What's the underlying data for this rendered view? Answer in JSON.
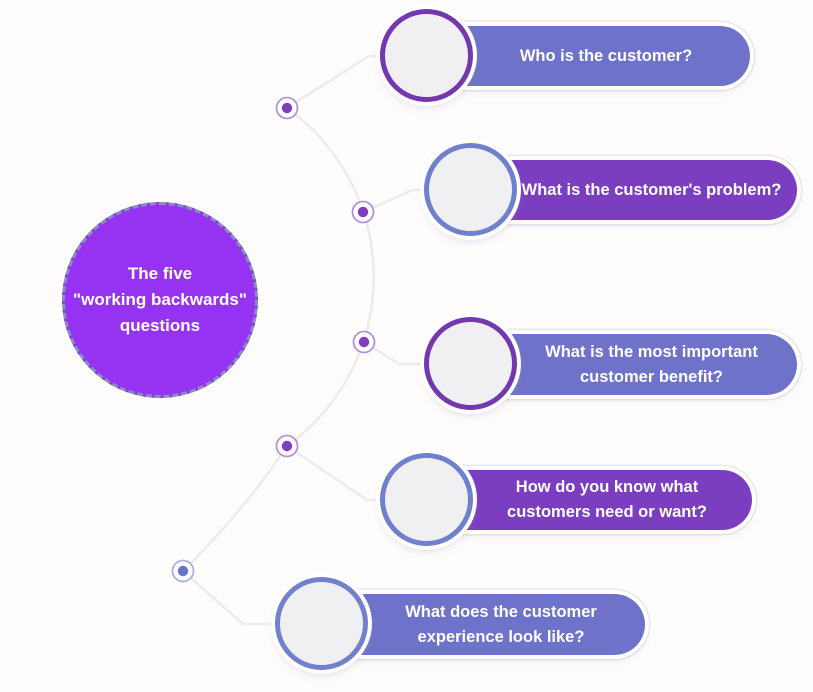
{
  "diagram_title": "The five \"working backwards\" questions",
  "center": {
    "lines": [
      "The five",
      "\"working backwards\"",
      "questions"
    ],
    "fill_color": "#9632f2",
    "dash_border_color": "#8292b4",
    "text_color": "#ffffff"
  },
  "connector_color": "#ececec",
  "icon_circle_fill": "#f0eff2",
  "palette": {
    "blue_pill": "#6e73c9",
    "purple_pill": "#7b3ec1",
    "purple_ring": "#7338ad",
    "blue_ring": "#7080cc"
  },
  "items": [
    {
      "lines": [
        "Who is the customer?"
      ],
      "pill_color": "#6e73c9",
      "circle_border": "#7338ad",
      "node_color": "#7e3ec1",
      "node_ring": "#b193de"
    },
    {
      "lines": [
        "What is the customer's problem?"
      ],
      "pill_color": "#7b3ec1",
      "circle_border": "#7080cc",
      "node_color": "#7e3ec1",
      "node_ring": "#b193de"
    },
    {
      "lines": [
        "What is the most important",
        "customer benefit?"
      ],
      "pill_color": "#6e73c9",
      "circle_border": "#7338ad",
      "node_color": "#7e3ec1",
      "node_ring": "#b193de"
    },
    {
      "lines": [
        "How do you know what",
        "customers need or want?"
      ],
      "pill_color": "#7b3ec1",
      "circle_border": "#7080cc",
      "node_color": "#7e3ec1",
      "node_ring": "#b193de"
    },
    {
      "lines": [
        "What does the customer",
        "experience look like?"
      ],
      "pill_color": "#6e73c9",
      "circle_border": "#7380cc",
      "node_color": "#6774c9",
      "node_ring": "#a8b1e0"
    }
  ]
}
